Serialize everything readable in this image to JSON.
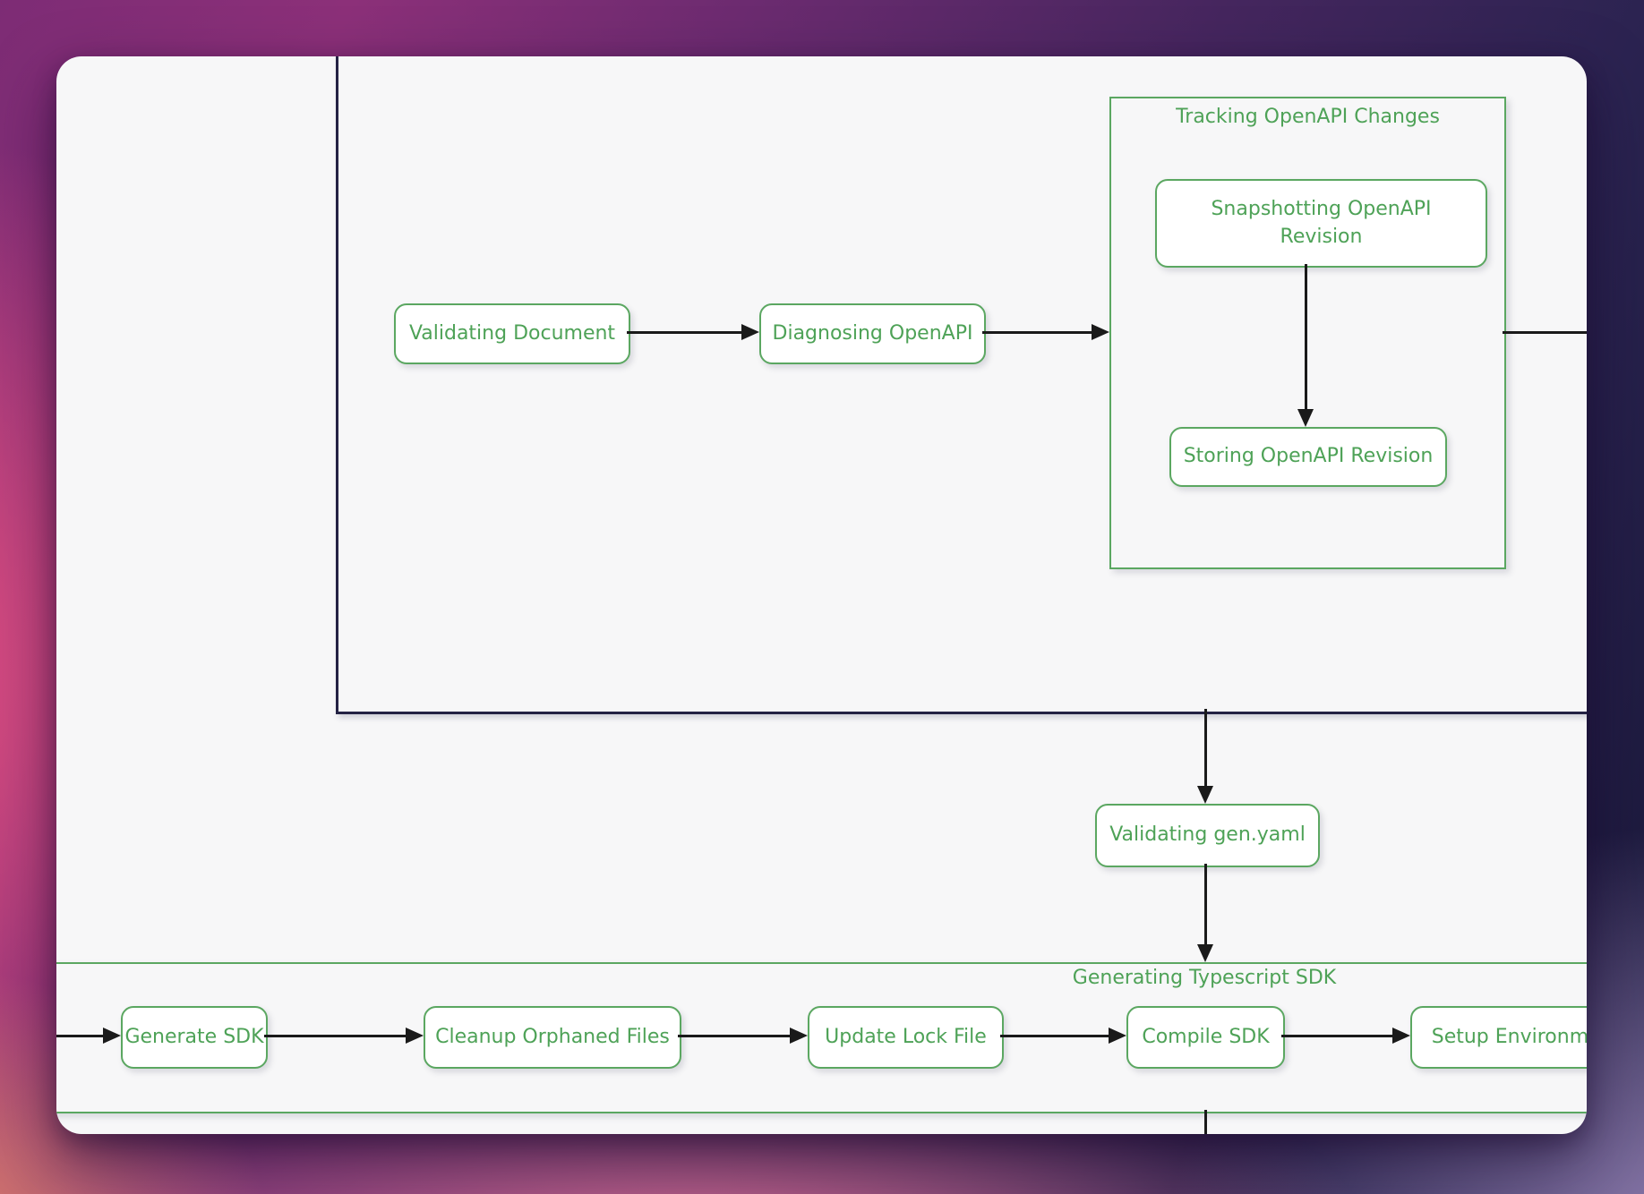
{
  "diagram": {
    "subgraphs": {
      "tracking": {
        "title": "Tracking OpenAPI Changes"
      },
      "generating": {
        "title": "Generating Typescript SDK"
      }
    },
    "nodes": [
      {
        "id": "validating-document",
        "label": "Validating Document"
      },
      {
        "id": "diagnosing-openapi",
        "label": "Diagnosing OpenAPI"
      },
      {
        "id": "snapshotting-openapi-revision",
        "label": "Snapshotting OpenAPI Revision"
      },
      {
        "id": "storing-openapi-revision",
        "label": "Storing OpenAPI Revision"
      },
      {
        "id": "validating-gen-yaml",
        "label": "Validating gen.yaml"
      },
      {
        "id": "generate-sdk",
        "label": "Generate SDK"
      },
      {
        "id": "cleanup-orphaned-files",
        "label": "Cleanup Orphaned Files"
      },
      {
        "id": "update-lock-file",
        "label": "Update Lock File"
      },
      {
        "id": "compile-sdk",
        "label": "Compile SDK"
      },
      {
        "id": "setup-environment",
        "label": "Setup Environment"
      }
    ],
    "edges": [
      {
        "id": "e1",
        "from": "validating-document",
        "to": "diagnosing-openapi"
      },
      {
        "id": "e2",
        "from": "diagnosing-openapi",
        "to": "tracking-subgraph"
      },
      {
        "id": "e3",
        "from": "snapshotting-openapi-revision",
        "to": "storing-openapi-revision"
      },
      {
        "id": "e4",
        "from": "tracking-subgraph",
        "to": "offscreen-right"
      },
      {
        "id": "e5",
        "from": "outer-frame",
        "to": "validating-gen-yaml"
      },
      {
        "id": "e6",
        "from": "validating-gen-yaml",
        "to": "generating-subgraph"
      },
      {
        "id": "e7",
        "from": "offscreen-left",
        "to": "generate-sdk"
      },
      {
        "id": "e8",
        "from": "generate-sdk",
        "to": "cleanup-orphaned-files"
      },
      {
        "id": "e9",
        "from": "cleanup-orphaned-files",
        "to": "update-lock-file"
      },
      {
        "id": "e10",
        "from": "update-lock-file",
        "to": "compile-sdk"
      },
      {
        "id": "e11",
        "from": "compile-sdk",
        "to": "setup-environment"
      },
      {
        "id": "e12",
        "from": "generating-subgraph",
        "to": "offscreen-bottom"
      }
    ],
    "colors": {
      "node_green": "#5ba761",
      "text_green": "#4ea257",
      "edge_black": "#1a1a1a",
      "frame_navy": "#242244",
      "card_bg": "#f7f7f8"
    }
  }
}
